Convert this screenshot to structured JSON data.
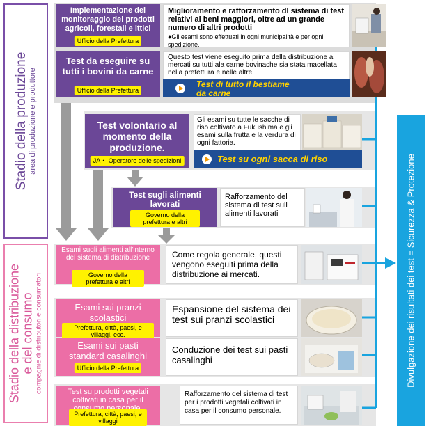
{
  "stages": {
    "production": {
      "title": "Stadio della produzione",
      "subtitle": "area di produzione e produttore"
    },
    "distribution": {
      "title_line1": "Stadio della distribuzione",
      "title_line2": "e del consumo",
      "subtitle": "compagnie di distributori e consumatori"
    }
  },
  "disclosure": "Divulgazione dei risultati dei test = Sicurezza & Protezione",
  "boxes": {
    "monitoring": {
      "title": "Implementazione del monitoraggio dei prodotti agricoli, forestali e ittici",
      "org": "Ufficio della Prefettura",
      "desc": "Miglioramento e rafforzamento dl sistema di test relativi ai beni maggiori, oltre ad un grande numero di altri prodotti",
      "note": "●Gli esami sono effettuati in ogni municipalità e per ogni spedizione."
    },
    "cattle": {
      "title": "Test da eseguire su tutti i bovini da carne",
      "org": "Ufficio della Prefettura",
      "desc": "Questo test viene eseguito prima della distribuzione ai mercati su tutti ala carne bovinache sia stata macellata nella prefettura e nelle altre",
      "highlight": "Test di tutto il bestiame da carne"
    },
    "voluntary": {
      "title": "Test volontario al momento della produzione.",
      "org": "JA・ Operatore delle spedizioni",
      "desc": "Gli esami su tutte le sacche di riso coltivato a Fukushima e gli esami sulla frutta e la verdura di ogni fattoria.",
      "highlight": "Test su ogni sacca di riso"
    },
    "processed": {
      "title": "Test sugli alimenti lavorati",
      "org": "Governo della prefettura e altri",
      "desc": "Rafforzamento del sistema di test suli alimenti lavorati"
    },
    "distribution_food": {
      "title": "Esami sugli alimenti all'interno del sistema di distribuzione",
      "org": "Governo della prefettura e altri",
      "desc": "Come regola generale, questi vengono eseguiti prima della distribuzione ai mercati."
    },
    "school_lunch": {
      "title": "Esami sui pranzi scolastici",
      "org": "Prefettura, città, paesi, e villaggi, ecc.",
      "desc": "Espansione del sistema dei test sui pranzi scolastici"
    },
    "home_meals": {
      "title": "Esami sui pasti standard casalinghi",
      "org": "Ufficio della Prefettura",
      "desc": "Conduzione dei test sui pasti casalinghi"
    },
    "home_vegetables": {
      "title": "Test su prodotti vegetali coltivati in casa per il consumo personale.",
      "org": "Prefettura, città, paesi, e villaggi",
      "desc": "Rafforzamento del sistema di test per i prodotti vegetali coltivati in casa per il consumo personale."
    }
  },
  "colors": {
    "purple": "#6b4797",
    "pink": "#ec6ea6",
    "blue": "#19a4df",
    "navy": "#1f4e95",
    "yellow": "#fff200",
    "gray_arrow": "#9b9b9b"
  }
}
